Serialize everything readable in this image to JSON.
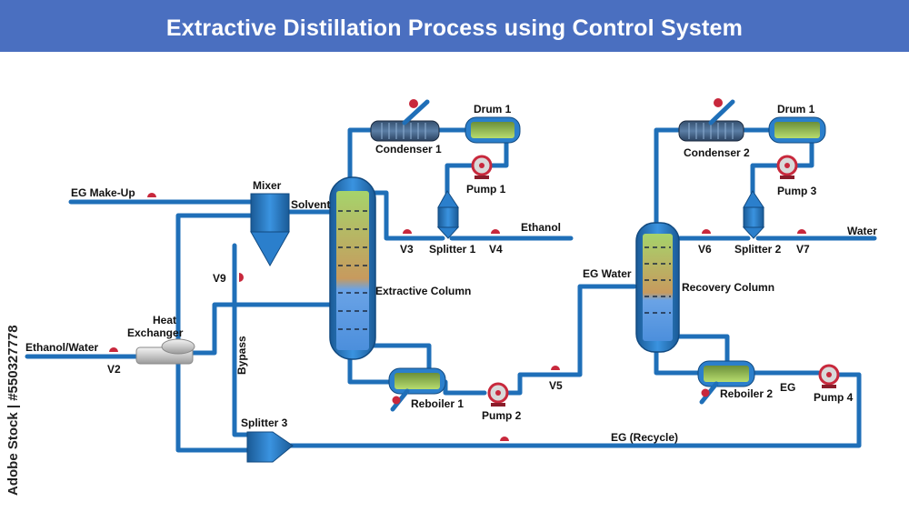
{
  "title": "Extractive Distillation Process using Control System",
  "labels": {
    "eg_makeup": "EG Make-Up",
    "mixer": "Mixer",
    "solvent": "Solvent",
    "condenser1": "Condenser 1",
    "drum1a": "Drum 1",
    "pump1": "Pump 1",
    "splitter1": "Splitter 1",
    "v3": "V3",
    "v4": "V4",
    "ethanol": "Ethanol",
    "v9": "V9",
    "extractive_column": "Extractive Column",
    "heat_exchanger": "Heat\nExchanger",
    "ethanol_water": "Ethanol/Water",
    "v2": "V2",
    "bypass": "Bypass",
    "reboiler1": "Reboiler 1",
    "pump2": "Pump 2",
    "v5": "V5",
    "eg_water": "EG Water",
    "splitter3": "Splitter 3",
    "eg_recycle": "EG (Recycle)",
    "condenser2": "Condenser 2",
    "drum1b": "Drum 1",
    "pump3": "Pump 3",
    "splitter2": "Splitter 2",
    "v6": "V6",
    "v7": "V7",
    "water": "Water",
    "recovery_column": "Recovery Column",
    "reboiler2": "Reboiler 2",
    "eg": "EG",
    "pump4": "Pump 4"
  },
  "credit": "Adobe Stock | #550327778",
  "colors": {
    "header": "#4a6fc0",
    "pipe": "#1f6fb8",
    "vessel": "#2b7fcc",
    "vessel_dark": "#1a5a96",
    "valve": "#c8283c",
    "liquid_top": "#a8d26a",
    "liquid_mid": "#c8a060",
    "liquid_bottom": "#5b9be0"
  }
}
